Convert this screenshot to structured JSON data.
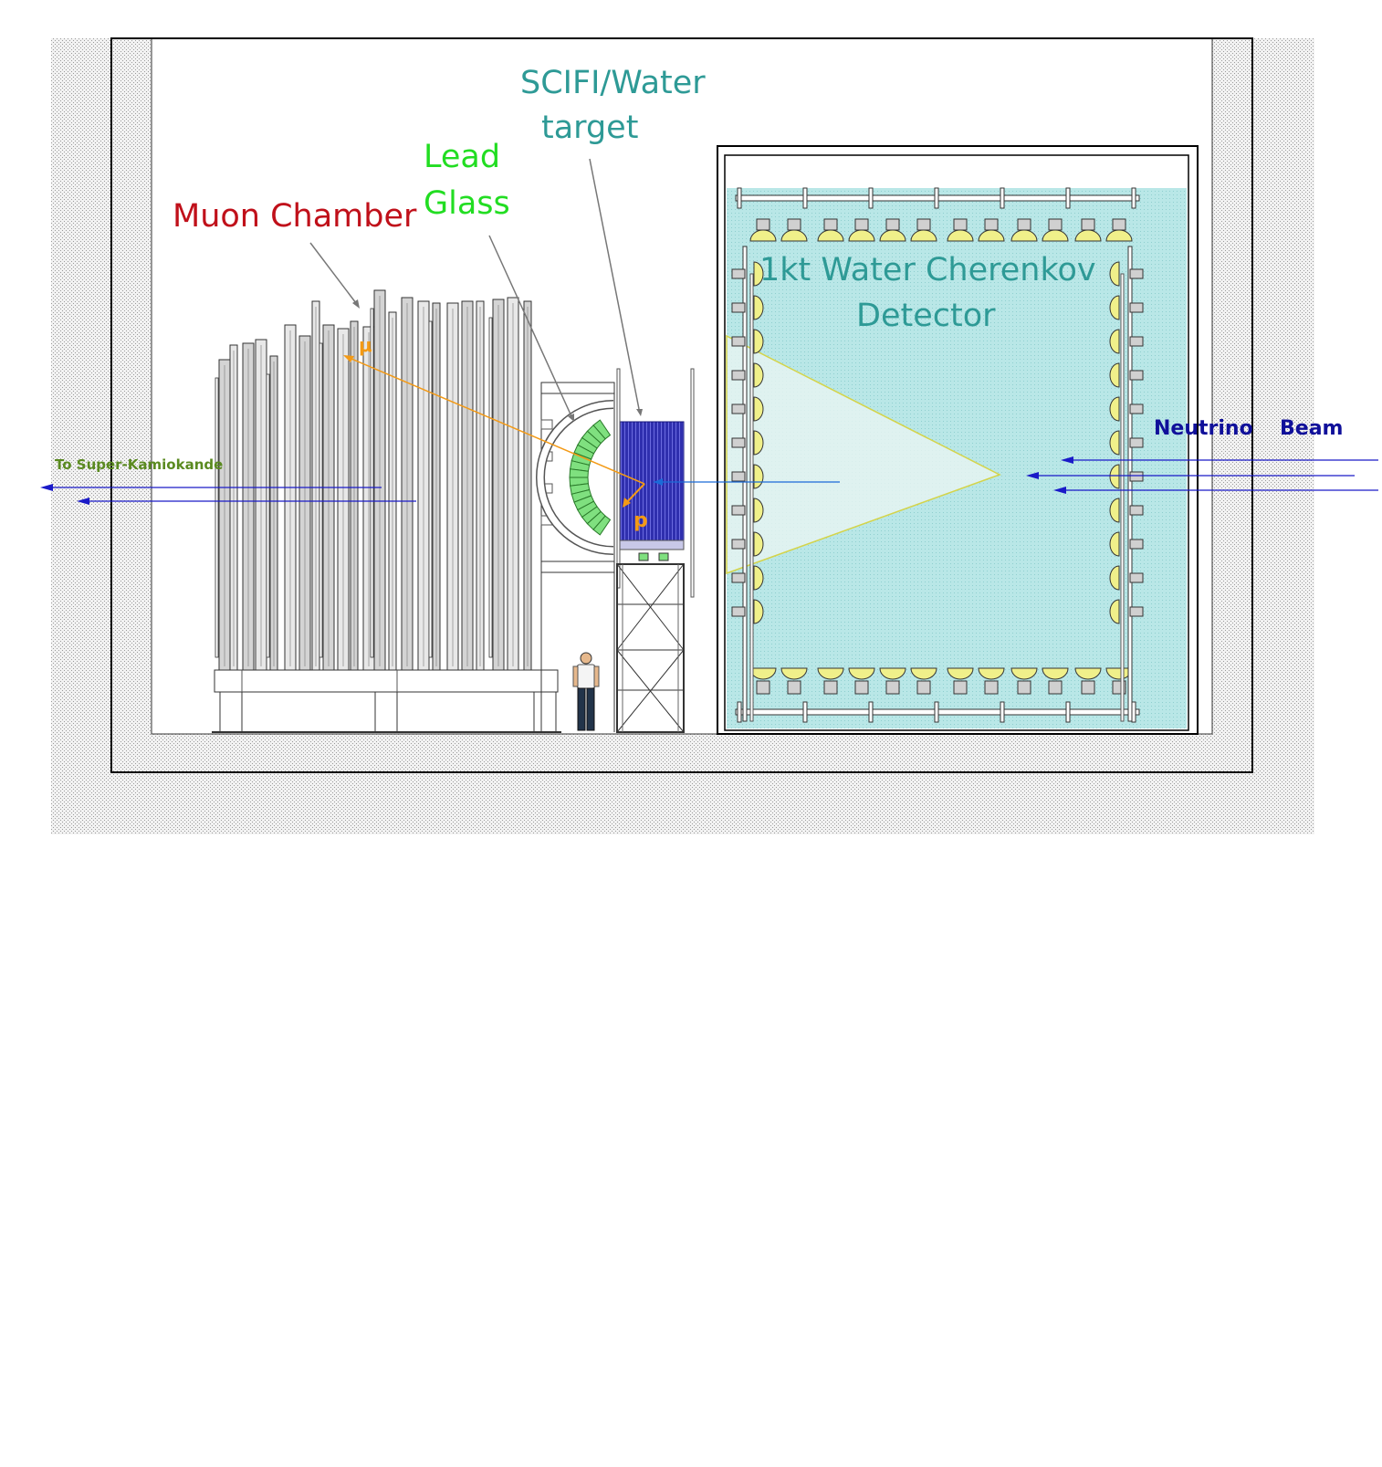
{
  "labels": {
    "scifi_line1": "SCIFI/Water",
    "scifi_line2": "target",
    "lead_line1": "Lead",
    "lead_line2": "Glass",
    "muon_chamber": "Muon Chamber",
    "water_line1": "1kt Water Cherenkov",
    "water_line2": "Detector",
    "neutrino": "Neutrino",
    "beam": "Beam",
    "super_k": "To Super-Kamiokande",
    "mu": "μ",
    "p": "p"
  },
  "colors": {
    "muon_label": "#c0101a",
    "lead_label": "#22dd22",
    "scifi_label": "#2e9a96",
    "water_label": "#2e9a96",
    "beam_label": "#10109a",
    "superk_label": "#5a8a20",
    "track_orange": "#f39a16",
    "water_fill": "#b3e6e6",
    "target_blue": "#2a2aa8",
    "lead_glass": "#7fe07f",
    "pmt_yellow": "#f0f08a"
  }
}
